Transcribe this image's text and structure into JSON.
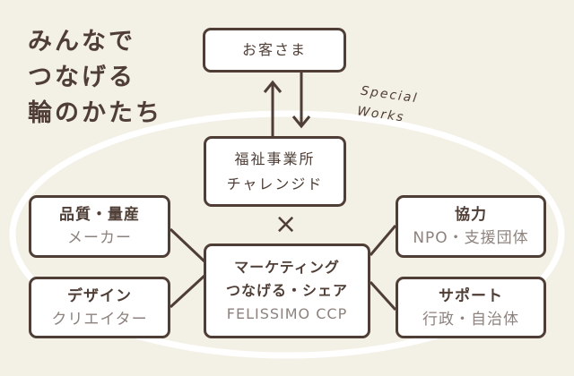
{
  "title": {
    "lines": [
      "みんなで",
      "つなげる",
      "輪のかたち"
    ]
  },
  "special_works": {
    "line1": "Special",
    "line2": "Works"
  },
  "nodes": {
    "customer": {
      "label": "お客さま"
    },
    "welfare": {
      "line1": "福祉事業所",
      "line2": "チャレンジド"
    },
    "cross_symbol": "×",
    "marketing": {
      "line1": "マーケティング",
      "line2": "つなげる・シェア",
      "sub": "FELISSIMO CCP"
    },
    "quality": {
      "main": "品質・量産",
      "sub": "メーカー"
    },
    "design": {
      "main": "デザイン",
      "sub": "クリエイター"
    },
    "cooperation": {
      "main": "協力",
      "sub": "NPO・支援団体"
    },
    "support": {
      "main": "サポート",
      "sub": "行政・自治体"
    }
  },
  "colors": {
    "background": "#f3f0e6",
    "stroke": "#4f3e36",
    "box_fill": "#ffffff",
    "sub_text": "#8d827d",
    "ring": "#ffffff"
  }
}
